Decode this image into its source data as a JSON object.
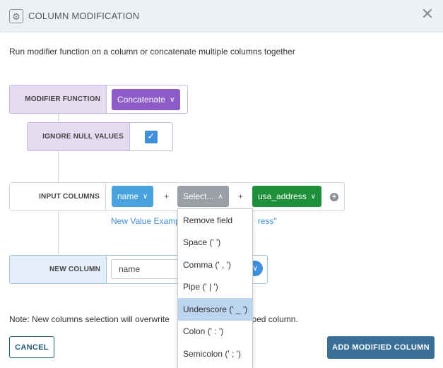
{
  "header": {
    "title": "COLUMN MODIFICATION",
    "icon": "gear-icon",
    "close_symbol": "✕"
  },
  "description": "Run modifier function on a column or concatenate multiple columns together",
  "modifier": {
    "label": "MODIFIER FUNCTION",
    "value": "Concatenate",
    "color": "#8e5cc8"
  },
  "ignore_null": {
    "label": "IGNORE NULL VALUES",
    "checked": true
  },
  "input_columns": {
    "label": "INPUT COLUMNS",
    "separator": "+",
    "columns": [
      {
        "value": "name",
        "color": "#4aa3df"
      },
      {
        "value": "Select...",
        "color": "#9aa0a6"
      },
      {
        "value": "usa_address",
        "color": "#1e8f3b"
      }
    ],
    "add_symbol": "+"
  },
  "example": {
    "visible_left": "New Value Examp",
    "visible_right": "ress\""
  },
  "new_column": {
    "label": "NEW COLUMN",
    "value": "name"
  },
  "note": {
    "visible_left": "Note: New columns selection will overwrite",
    "visible_right": "pped column."
  },
  "buttons": {
    "cancel": "CANCEL",
    "add": "ADD MODIFIED COLUMN"
  },
  "dropdown": {
    "items": [
      "Remove field",
      "Space (' ')",
      "Comma (' , ')",
      "Pipe (' | ')",
      "Underscore (' _ ')",
      "Colon (' : ')",
      "Semicolon (' ; ')"
    ],
    "highlighted": "Underscore (' _ ')"
  }
}
